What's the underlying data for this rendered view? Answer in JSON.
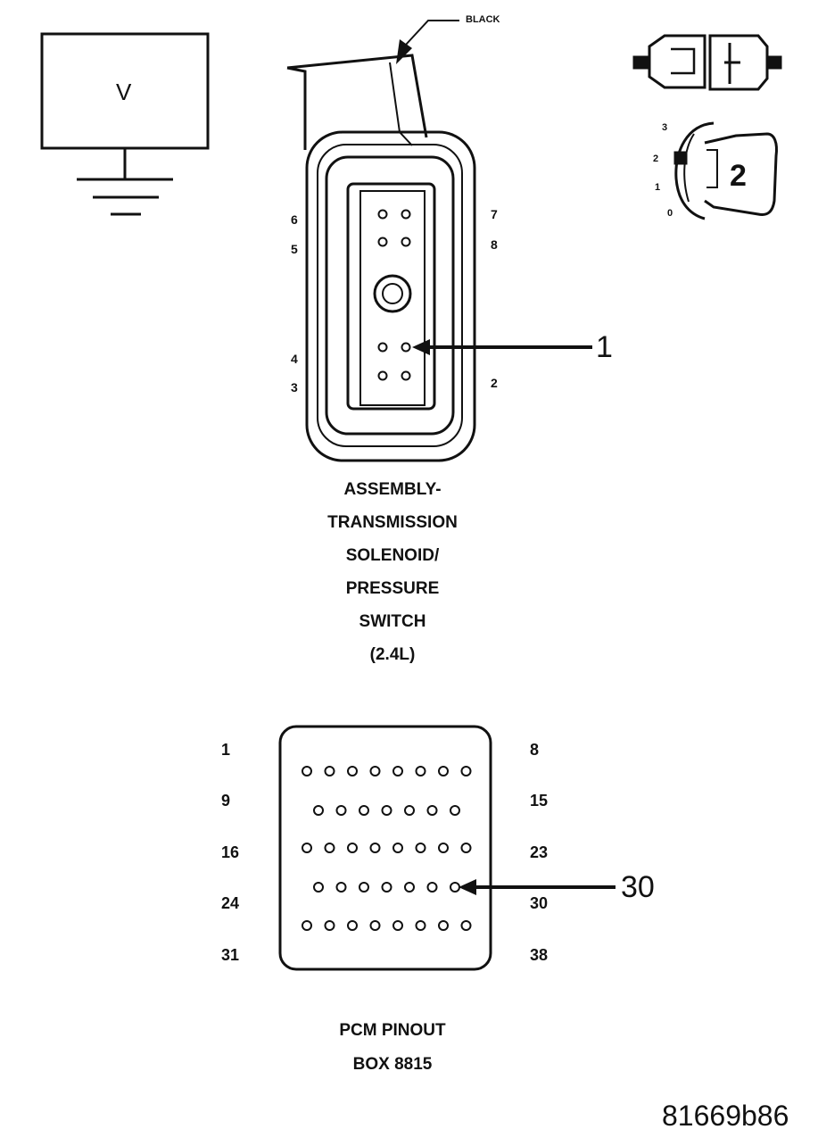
{
  "voltmeter": {
    "symbol": "V"
  },
  "connector_assembly": {
    "wire_color": "BLACK",
    "pins_left": [
      "6",
      "5",
      "4",
      "3"
    ],
    "pins_right": [
      "7",
      "8",
      "2"
    ],
    "pointer_label": "1",
    "caption_lines": [
      "ASSEMBLY-",
      "TRANSMISSION",
      "SOLENOID/",
      "PRESSURE",
      "SWITCH",
      "(2.4L)"
    ]
  },
  "ignition": {
    "positions": [
      "3",
      "2",
      "1",
      "0"
    ],
    "key_position": "2"
  },
  "pcm_pinout": {
    "row_labels_left": [
      "1",
      "9",
      "16",
      "24",
      "31"
    ],
    "row_labels_right": [
      "8",
      "15",
      "23",
      "30",
      "38"
    ],
    "pointer_label": "30",
    "caption_lines": [
      "PCM PINOUT",
      "BOX 8815"
    ]
  },
  "figure_id": "81669b86"
}
